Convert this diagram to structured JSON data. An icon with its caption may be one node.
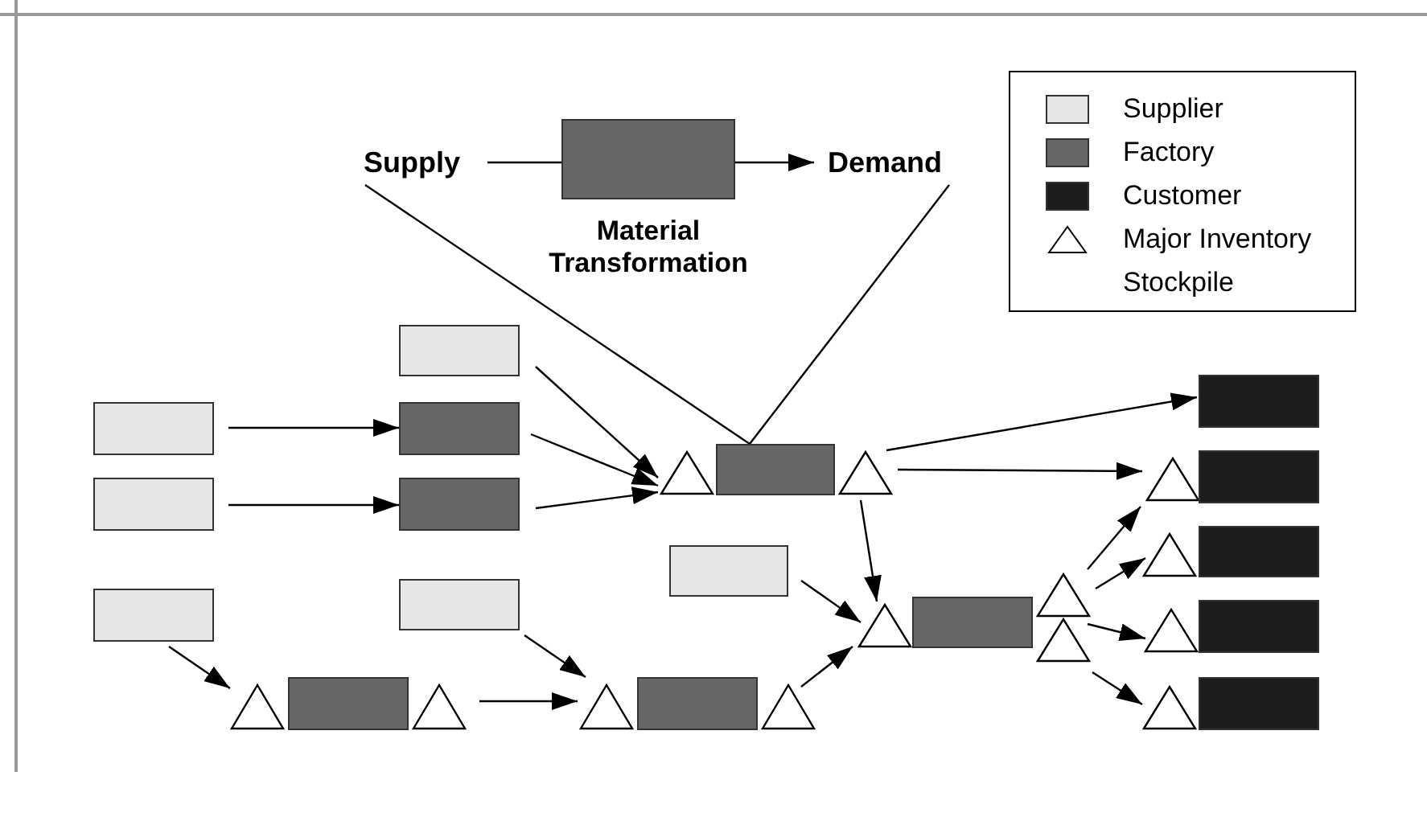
{
  "diagram": {
    "nodes": [
      {
        "text": [
          "Supply"
        ]
      },
      {
        "text": [],
        "shape": "box",
        "beside": [
          "Material Transformation"
        ]
      },
      {
        "text": [
          "Demand"
        ]
      },
      {
        "text": [],
        "shape": "box"
      },
      {
        "text": [],
        "shape": "box"
      },
      {
        "text": [],
        "shape": "box"
      },
      {
        "text": [],
        "shape": "box"
      },
      {
        "text": [],
        "shape": "box"
      },
      {
        "text": [],
        "shape": "box"
      },
      {
        "text": [],
        "shape": "box"
      },
      {
        "text": [],
        "shape": "triangle"
      },
      {
        "text": [],
        "shape": "box"
      },
      {
        "text": [],
        "shape": "triangle"
      },
      {
        "text": [],
        "shape": "triangle"
      },
      {
        "text": [],
        "shape": "box"
      },
      {
        "text": [],
        "shape": "triangle"
      },
      {
        "text": [],
        "shape": "triangle"
      },
      {
        "text": [],
        "shape": "box"
      },
      {
        "text": [],
        "shape": "triangle"
      },
      {
        "text": [],
        "shape": "box"
      },
      {
        "text": [],
        "shape": "triangle"
      },
      {
        "text": [],
        "shape": "box"
      },
      {
        "text": [],
        "shape": "triangle"
      },
      {
        "text": [],
        "shape": "triangle"
      },
      {
        "text": [],
        "shape": "box"
      },
      {
        "text": [],
        "shape": "triangle"
      },
      {
        "text": [],
        "shape": "box"
      },
      {
        "text": [],
        "shape": "triangle"
      },
      {
        "text": [],
        "shape": "box"
      },
      {
        "text": [],
        "shape": "triangle"
      },
      {
        "text": [],
        "shape": "box"
      },
      {
        "text": [],
        "shape": "triangle"
      },
      {
        "text": [],
        "shape": "box"
      }
    ],
    "edges": [
      {
        "from": 0,
        "to": 1,
        "arrow": "none"
      },
      {
        "from": 1,
        "to": 2,
        "arrow": "to"
      },
      {
        "from": 0,
        "to": 17,
        "arrow": "none"
      },
      {
        "from": 2,
        "to": 17,
        "arrow": "none"
      },
      {
        "from": 3,
        "to": 7,
        "arrow": "to"
      },
      {
        "from": 4,
        "to": 8,
        "arrow": "to"
      },
      {
        "from": 6,
        "to": 16,
        "arrow": "to"
      },
      {
        "from": 7,
        "to": 16,
        "arrow": "to"
      },
      {
        "from": 8,
        "to": 16,
        "arrow": "to"
      },
      {
        "from": 5,
        "to": 10,
        "arrow": "to"
      },
      {
        "from": 12,
        "to": 13,
        "arrow": "to"
      },
      {
        "from": 9,
        "to": 13,
        "arrow": "to"
      },
      {
        "from": 15,
        "to": 20,
        "arrow": "to"
      },
      {
        "from": 19,
        "to": 20,
        "arrow": "to"
      },
      {
        "from": 18,
        "to": 20,
        "arrow": "to"
      },
      {
        "from": 18,
        "to": 24,
        "arrow": "to"
      },
      {
        "from": 18,
        "to": 25,
        "arrow": "to"
      },
      {
        "from": 22,
        "to": 25,
        "arrow": "to"
      },
      {
        "from": 22,
        "to": 27,
        "arrow": "to"
      },
      {
        "from": 23,
        "to": 29,
        "arrow": "to"
      },
      {
        "from": 23,
        "to": 31,
        "arrow": "to"
      }
    ],
    "legend": [
      {
        "text": "Supplier",
        "color": "#e6e6e6"
      },
      {
        "text": "Factory",
        "color": "#666666"
      },
      {
        "text": "Customer",
        "color": "#1c1c1c"
      },
      {
        "text": "Major Inventory Stockpile"
      }
    ]
  }
}
